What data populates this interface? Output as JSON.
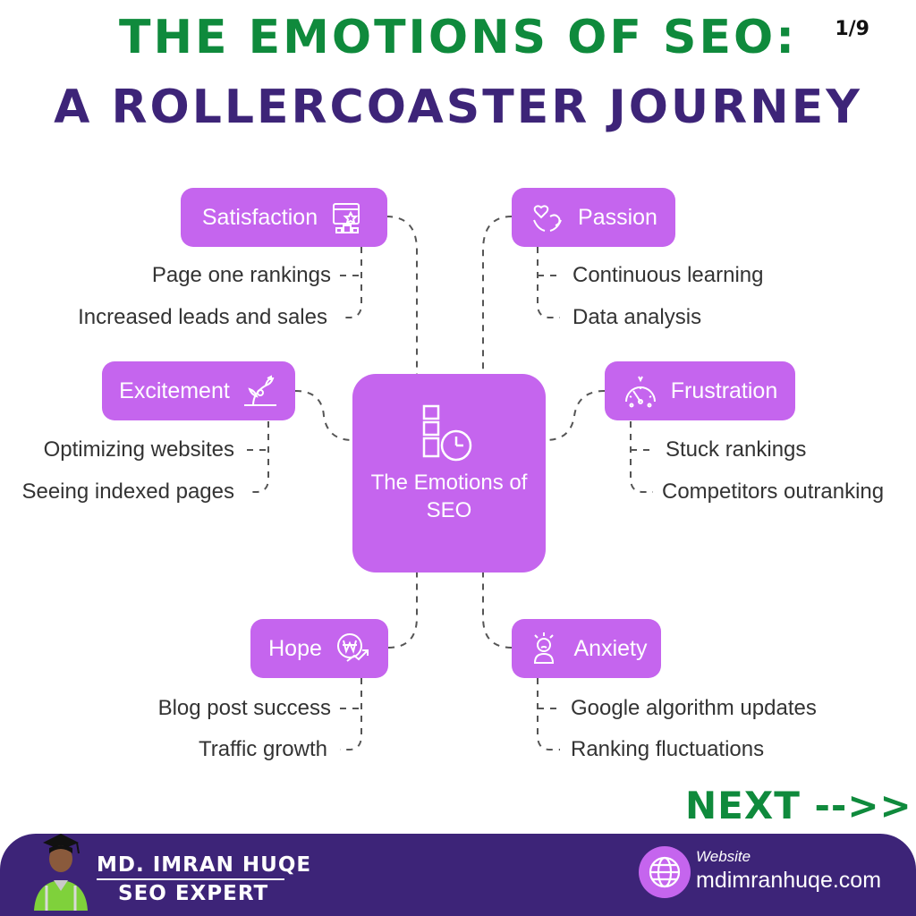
{
  "header": {
    "title_line1": "THE EMOTIONS OF SEO:",
    "title_line2": "A ROLLERCOASTER JOURNEY",
    "page_indicator": "1/9"
  },
  "center": {
    "label": "The Emotions of SEO",
    "icon": "shapes-clock-icon"
  },
  "emotions": {
    "satisfaction": {
      "label": "Satisfaction",
      "icon": "dashboard-award-icon",
      "items": [
        "Page one rankings",
        "Increased leads and sales"
      ]
    },
    "passion": {
      "label": "Passion",
      "icon": "heart-hands-icon",
      "items": [
        "Continuous learning",
        "Data analysis"
      ]
    },
    "excitement": {
      "label": "Excitement",
      "icon": "growth-plant-icon",
      "items": [
        "Optimizing websites",
        "Seeing indexed pages"
      ]
    },
    "frustration": {
      "label": "Frustration",
      "icon": "gauge-icon",
      "items": [
        "Stuck rankings",
        "Competitors outranking"
      ]
    },
    "hope": {
      "label": "Hope",
      "icon": "money-growth-icon",
      "items": [
        "Blog post success",
        "Traffic growth"
      ]
    },
    "anxiety": {
      "label": "Anxiety",
      "icon": "stressed-person-icon",
      "items": [
        "Google algorithm updates",
        "Ranking fluctuations"
      ]
    }
  },
  "next_label": "NEXT -->>",
  "footer": {
    "name": "MD. IMRAN HUQE",
    "role": "SEO EXPERT",
    "website_label": "Website",
    "website_url": "mdimranhuqe.com",
    "avatar_icon": "person-avatar-icon",
    "globe_icon": "globe-icon"
  },
  "colors": {
    "title_green": "#0f8a3c",
    "title_purple": "#3d2478",
    "box_purple": "#c565ee",
    "footer_purple": "#3d2478"
  }
}
